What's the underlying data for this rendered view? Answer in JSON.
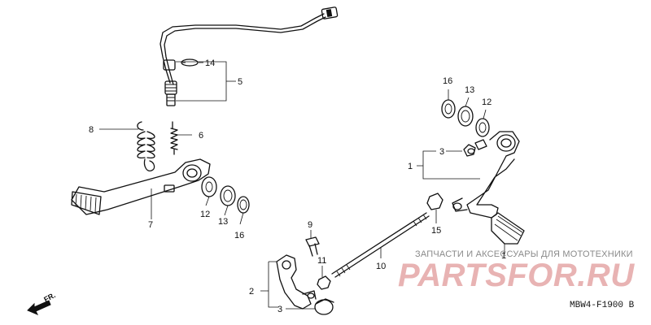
{
  "diagram": {
    "callouts": {
      "c1a": "1",
      "c1b": "1",
      "c2": "2",
      "c3a": "3",
      "c3b": "3",
      "c5": "5",
      "c6": "6",
      "c7": "7",
      "c8": "8",
      "c9": "9",
      "c10": "10",
      "c11": "11",
      "c12a": "12",
      "c12b": "12",
      "c13a": "13",
      "c13b": "13",
      "c14": "14",
      "c15": "15",
      "c16a": "16",
      "c16b": "16"
    },
    "direction_label": "FR.",
    "drawing_code": "MBW4-F1900 B"
  },
  "watermark": {
    "tagline": "ЗАПЧАСТИ И АКСЕССУАРЫ ДЛЯ МОТОТЕХНИКИ",
    "brand": "PARTSFOR.RU"
  }
}
